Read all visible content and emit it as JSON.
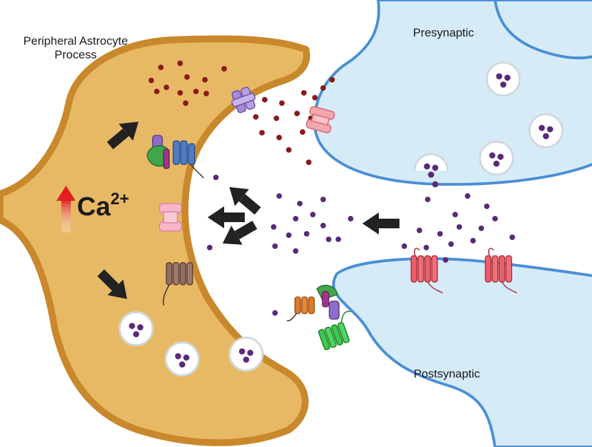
{
  "labels": {
    "astrocyte_line1": "Peripheral Astrocyte",
    "astrocyte_line2": "Process",
    "presynaptic": "Presynaptic",
    "postsynaptic": "Postsynaptic",
    "calcium_base": "Ca",
    "calcium_charge": "2+"
  },
  "colors": {
    "astrocyte_fill": "#e8b964",
    "astrocyte_border": "#c9882c",
    "neuron_fill": "#d6ebf8",
    "neuron_border": "#4a8fd6",
    "glutamate_dot": "#5a2a78",
    "other_transmitter_dot": "#8b1a1a",
    "arrow": "#222222",
    "calcium_arrow": "#e02020"
  }
}
